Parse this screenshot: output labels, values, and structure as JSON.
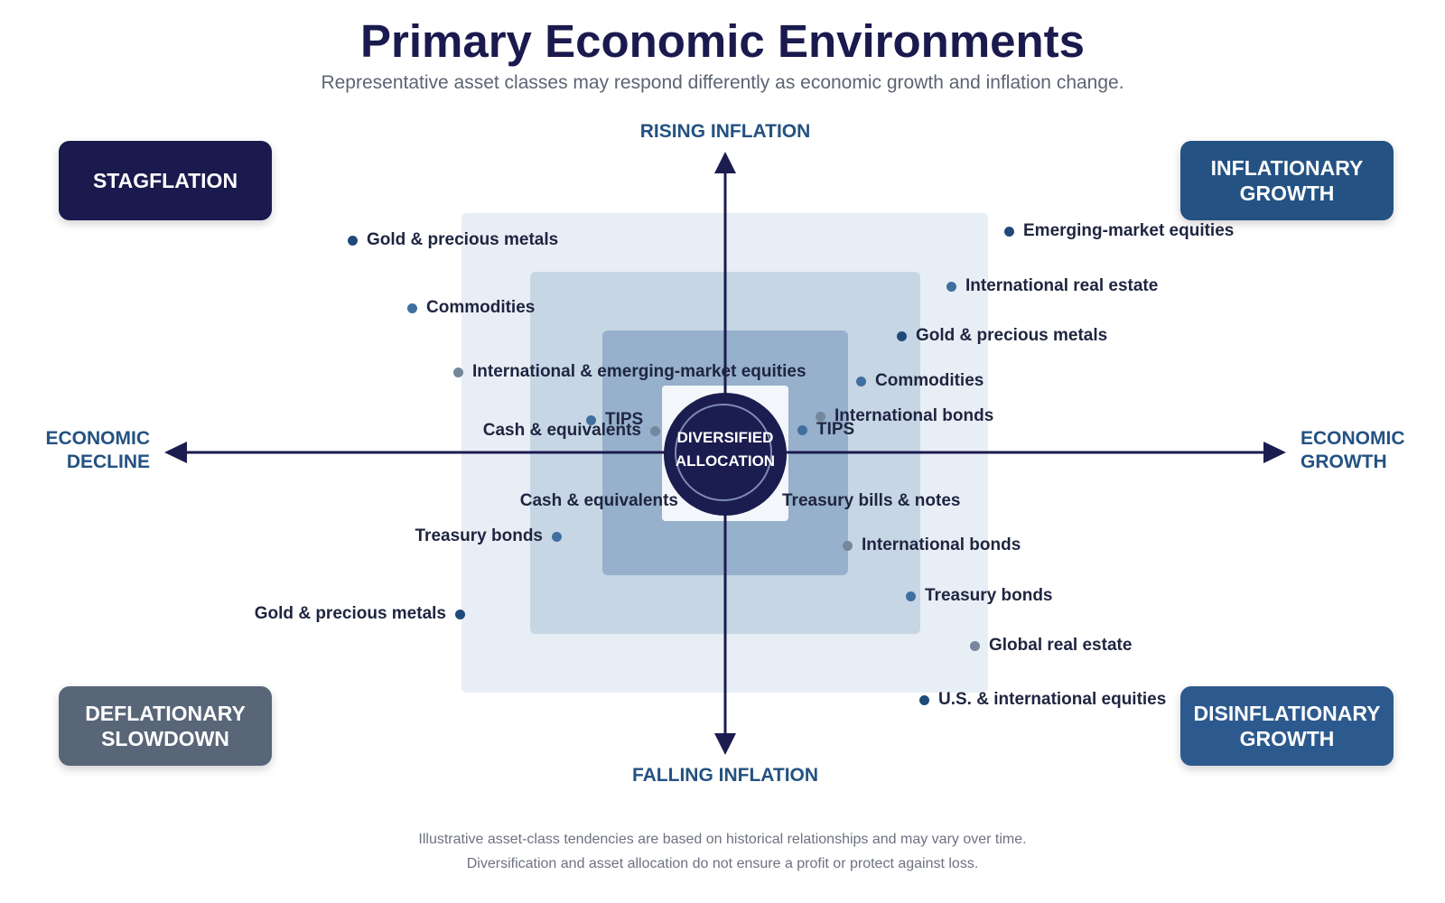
{
  "header": {
    "title": "Primary Economic Environments",
    "subtitle": "Representative asset classes may respond differently as economic growth and inflation change."
  },
  "axes": {
    "top": "RISING INFLATION",
    "bottom": "FALLING INFLATION",
    "left": "ECONOMIC\nDECLINE",
    "right": "ECONOMIC\nGROWTH"
  },
  "quadrants": {
    "stagflation": "STAGFLATION",
    "inflationary_growth": "INFLATIONARY\nGROWTH",
    "deflationary_slowdown": "DEFLATIONARY\nSLOWDOWN",
    "disinflationary_growth": "DISINFLATIONARY\nGROWTH"
  },
  "center": {
    "label": "DIVERSIFIED\nALLOCATION"
  },
  "assets": {
    "stagflation": [
      "Gold & precious metals",
      "Commodities",
      "International & emerging-market equities",
      "TIPS",
      "Cash & equivalents"
    ],
    "inflationary_growth": [
      "Emerging-market equities",
      "International real estate",
      "Gold & precious metals",
      "Commodities",
      "International bonds",
      "TIPS"
    ],
    "deflationary_slowdown": [
      "Cash & equivalents",
      "Treasury bonds",
      "Gold & precious metals"
    ],
    "disinflationary_growth": [
      "Treasury bills & notes",
      "International bonds",
      "Treasury bonds",
      "Global real estate",
      "U.S. & international equities"
    ]
  },
  "colors": {
    "title": "#1a1a4e",
    "axis": "#1b1c4f",
    "axis_label": "#245282",
    "stagflation": "#1a1a4e",
    "inflationary_growth": "#245282",
    "deflationary_slowdown": "#586678",
    "disinflationary_growth": "#2d5a8e",
    "dot_dark": "#1f4b7a",
    "dot_mid": "#3f6f9f",
    "dot_gray": "#74879c"
  },
  "footer": {
    "line1": "Illustrative asset-class tendencies are based on historical relationships and may vary over time.",
    "line2": "Diversification and asset allocation do not ensure a profit or protect against loss."
  }
}
